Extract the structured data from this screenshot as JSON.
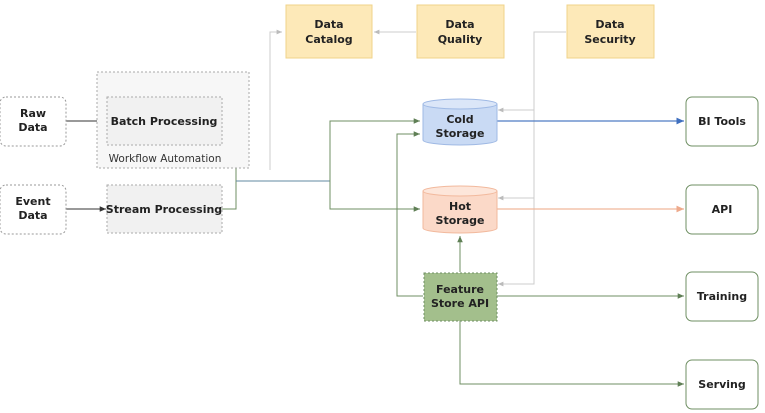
{
  "nodes": {
    "raw_data": [
      "Raw",
      "Data"
    ],
    "event_data": [
      "Event",
      "Data"
    ],
    "batch_processing": [
      "Batch Processing"
    ],
    "stream_processing": [
      "Stream Processing"
    ],
    "data_catalog": [
      "Data",
      "Catalog"
    ],
    "data_quality": [
      "Data",
      "Quality"
    ],
    "data_security": [
      "Data",
      "Security"
    ],
    "cold_storage": [
      "Cold",
      "Storage"
    ],
    "hot_storage": [
      "Hot",
      "Storage"
    ],
    "feature_store_api": [
      "Feature",
      "Store API"
    ],
    "bi_tools": [
      "BI Tools"
    ],
    "api": [
      "API"
    ],
    "training": [
      "Training"
    ],
    "serving": [
      "Serving"
    ]
  },
  "groups": {
    "workflow_automation": "Workflow Automation"
  },
  "colors": {
    "governance_fill": "#fde9b8",
    "cold_fill": "#c9daf4",
    "hot_fill": "#fbd9c8",
    "feature_fill": "#a3bf8c",
    "process_fill": "#f1f1f1",
    "bi_link": "#5a86c9",
    "api_link": "#f0b69a",
    "main_link": "#6f8f63",
    "soft_link": "#c8c8c8"
  }
}
